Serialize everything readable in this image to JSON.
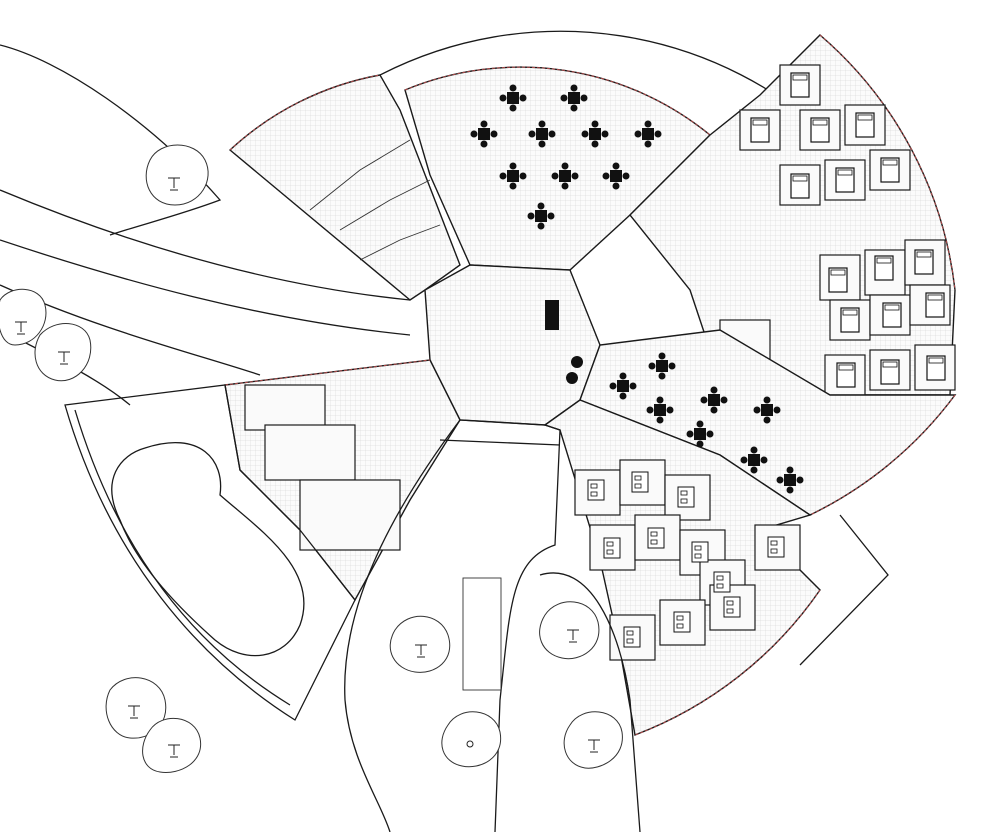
{
  "drawing": {
    "type": "architectural floor plan",
    "colors": {
      "line": "#1a1a1a",
      "wall_accent": "#b04a4a",
      "hatch": "#cfcfcf",
      "background": "#ffffff"
    },
    "zones": [
      {
        "id": "dining-hall-north"
      },
      {
        "id": "dining-hall-east"
      },
      {
        "id": "guest-rooms-northeast"
      },
      {
        "id": "guest-rooms-south"
      },
      {
        "id": "restrooms"
      },
      {
        "id": "lounge-west"
      },
      {
        "id": "central-lobby"
      },
      {
        "id": "pool"
      },
      {
        "id": "entrance-drive"
      }
    ],
    "trees": 8,
    "icons": [
      "dining-table-set",
      "bed",
      "tree"
    ]
  }
}
